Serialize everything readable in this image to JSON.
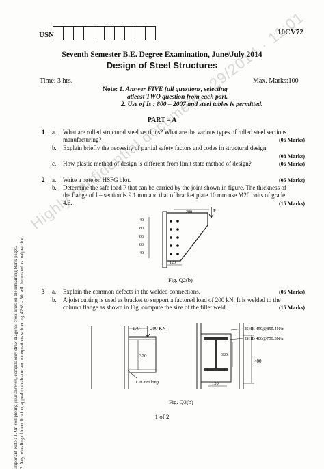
{
  "header": {
    "usn_label": "USN",
    "usn_box_count": 10,
    "subject_code": "10CV72",
    "exam_title": "Seventh Semester B.E. Degree Examination, June/July 2014",
    "subject_title": "Design of Steel Structures",
    "time": "Time: 3 hrs.",
    "max_marks": "Max. Marks:100",
    "note_label": "Note:",
    "note_1a": "1. Answer FIVE full questions, selecting",
    "note_1b": "atleast TWO question from each part.",
    "note_2": "2. Use of Is : 800 – 2007 and steel tables is permitted."
  },
  "side_note": {
    "line1": "Important Note : 1. On completing your answers, compulsorily draw diagonal cross lines on the remaining blank pages.",
    "line2": "2. Any revealing of identification, appeal to evaluator and /or equations written eg, 42+8 = 50, will be treated as malpractice."
  },
  "watermark": "Highly confidential document · 29/2014 · 11:01",
  "part_a": "PART – A",
  "q1": {
    "num": "1",
    "a_label": "a.",
    "a_text1": "What are rolled structural steel sections? What are the various types of rolled steel sections",
    "a_text2": "manufacturing?",
    "a_marks": "(06 Marks)",
    "b_label": "b.",
    "b_text": "Explain briefly the necessity of partial safety factors and codes in structural design.",
    "b_marks": "(08 Marks)",
    "c_label": "c.",
    "c_text": "How plastic method of design is different from limit state method of design?",
    "c_marks": "(06 Marks)"
  },
  "q2": {
    "num": "2",
    "a_label": "a.",
    "a_text": "Write a note on HSFG blot.",
    "a_marks": "(05 Marks)",
    "b_label": "b.",
    "b_text1": "Determine the safe load P that can be carried by the joint shown in figure. The thickness of",
    "b_text2": "the flange of I – section is 9.1 mm and that of bracket plate 10 mm use M20 bolts of grade",
    "b_text3": "4.6.",
    "b_marks": "(15 Marks)",
    "fig_caption": "Fig. Q2(b)",
    "fig_labels": {
      "top": "200",
      "p": "P",
      "d1": "40",
      "d2": "80",
      "d3": "80",
      "d4": "80",
      "d5": "40",
      "bottom": "120"
    }
  },
  "q3": {
    "num": "3",
    "a_label": "a.",
    "a_text": "Explain the common defects in the welded connections.",
    "a_marks": "(05 Marks)",
    "b_label": "b.",
    "b_text1": "A joist cutting is used as bracket to support a factored load of 200 kN. It is welded to the",
    "b_text2": "column flange as shown in Fig. compute the size of the fillet weld.",
    "b_marks": "(15 Marks)",
    "fig_caption": "Fig. Q3(b)",
    "fig_labels": {
      "load_dist": "170",
      "load": "200 KN",
      "depth": "320",
      "weld": "120 mm long",
      "sec1": "ISHB 450@855.4N/m",
      "sec2": "ISHB 400@759.3N/m",
      "side_depth": "320",
      "height": "400",
      "width": "120"
    }
  },
  "footer": {
    "page": "1 of 2"
  }
}
